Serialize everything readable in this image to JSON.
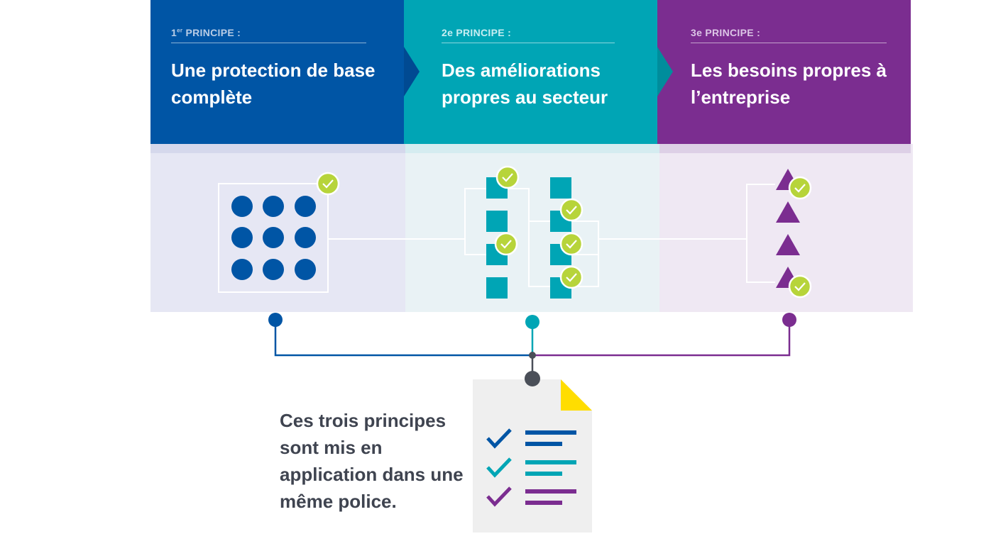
{
  "principles": [
    {
      "label": "2e PRINCIPE :",
      "title": "Des améliorations propres au secteur"
    },
    {
      "label": "3e PRINCIPE :",
      "title": "Les besoins propres à l’entreprise"
    }
  ],
  "first": {
    "num": "1",
    "sup": "er",
    "rest": " PRINCIPE :",
    "title": "Une protection de base complète"
  },
  "caption": "Ces trois principes sont mis en application dans une même police.",
  "colors": {
    "blue": "#0055a5",
    "teal": "#00a5b5",
    "purple": "#7b2d90",
    "lime": "#b7d43a",
    "doc": "#efefef",
    "corner": "#ffdd00",
    "dark": "#4a4f58"
  }
}
